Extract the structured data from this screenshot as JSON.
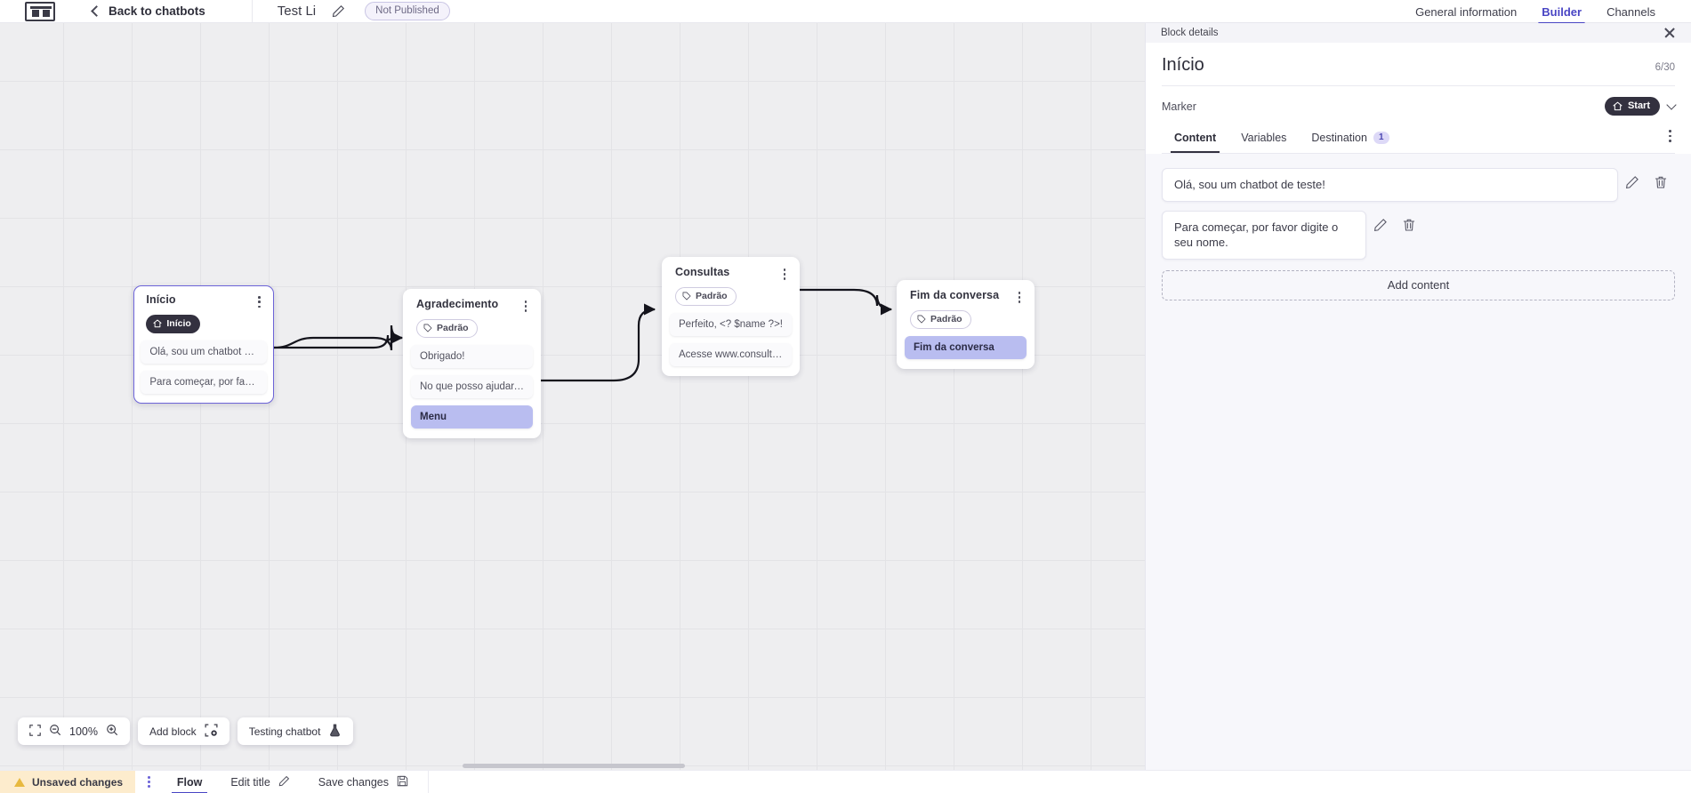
{
  "topbar": {
    "logo_name": "app-logo",
    "back_label": "Back to chatbots",
    "bot_title": "Test Li",
    "edit_icon": "pencil-icon",
    "publish_status": "Not Published",
    "tabs": [
      {
        "label": "General information",
        "active": false
      },
      {
        "label": "Builder",
        "active": true
      },
      {
        "label": "Channels",
        "active": false
      }
    ]
  },
  "canvas": {
    "zoom_level": "100%",
    "tools": [
      {
        "label": "",
        "icon": "fit-screen-icon"
      },
      {
        "label": "Add block",
        "icon": "add-block-icon"
      },
      {
        "label": "Testing chatbot",
        "icon": "flask-icon"
      }
    ],
    "add_block_label": "Add block",
    "testing_label": "Testing chatbot",
    "nodes": [
      {
        "id": "inicio",
        "title": "Início",
        "badge": "Início",
        "badge_type": "start",
        "selected": true,
        "rows": [
          {
            "text": "Olá, sou um chatbot de teste!",
            "style": "normal"
          },
          {
            "text": "Para começar, por favor digite o ...",
            "style": "normal"
          }
        ]
      },
      {
        "id": "agradecimento",
        "title": "Agradecimento",
        "badge": "Padrão",
        "badge_type": "default",
        "selected": false,
        "rows": [
          {
            "text": "Obrigado!",
            "style": "normal"
          },
          {
            "text": "No que posso ajudar, <? $name ...",
            "style": "normal"
          },
          {
            "text": "Menu",
            "style": "menu"
          }
        ]
      },
      {
        "id": "consultas",
        "title": "Consultas",
        "badge": "Padrão",
        "badge_type": "default",
        "selected": false,
        "rows": [
          {
            "text": "Perfeito, <? $name ?>!",
            "style": "normal"
          },
          {
            "text": "Acesse www.consultas.com par...",
            "style": "normal"
          }
        ]
      },
      {
        "id": "fim-da-conversa",
        "title": "Fim da conversa",
        "badge": "Padrão",
        "badge_type": "default",
        "selected": false,
        "rows": [
          {
            "text": "Fim da conversa",
            "style": "menu"
          }
        ]
      }
    ]
  },
  "panel": {
    "header_label": "Block details",
    "close_icon": "close-icon",
    "title": "Início",
    "counter": "6/30",
    "marker_label": "Marker",
    "marker_value": "Start",
    "marker_icon": "home-icon",
    "tabs": [
      {
        "label": "Content",
        "active": true,
        "badge": ""
      },
      {
        "label": "Variables",
        "active": false,
        "badge": ""
      },
      {
        "label": "Destination",
        "active": false,
        "badge": "1"
      }
    ],
    "content_items": [
      {
        "text": "Olá, sou um chatbot de teste!"
      },
      {
        "text": "Para começar, por favor digite o seu nome."
      }
    ],
    "edit_icon": "pencil-icon",
    "delete_icon": "trash-icon",
    "add_content_label": "Add content"
  },
  "bottombar": {
    "unsaved_label": "Unsaved changes",
    "warn_icon": "warning-icon",
    "kebab_icon": "kebab-icon",
    "items": [
      {
        "label": "Flow",
        "active": true,
        "icon": ""
      },
      {
        "label": "Edit title",
        "active": false,
        "icon": "pencil-icon"
      },
      {
        "label": "Save changes",
        "active": false,
        "icon": "save-icon"
      }
    ]
  },
  "colors": {
    "accent": "#4945c4",
    "node_selected_border": "#6c63d8",
    "menu_row": "#b9bdf0",
    "warning_bg": "#fdeccd",
    "dark_pill": "#33313f"
  }
}
